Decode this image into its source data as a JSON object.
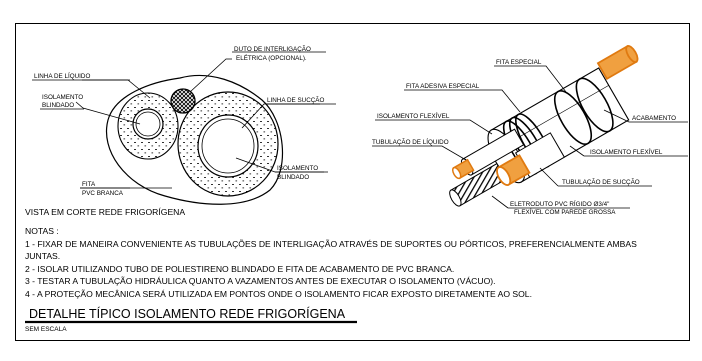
{
  "left_view": {
    "labels": {
      "duto": [
        "DUTO DE INTERLIGAÇÃO",
        "ELÉTRICA (OPCIONAL)."
      ],
      "linha_liquido": "LINHA DE LÍQUIDO",
      "isolamento_blindado_left": [
        "ISOLAMENTO",
        "BLINDADO"
      ],
      "linha_succao": "LINHA DE SUCÇÃO",
      "isolamento_blindado_right": [
        "ISOLAMENTO",
        "BLINDADO"
      ],
      "fita": [
        "FITA",
        "PVC BRANCA"
      ]
    },
    "caption": "VISTA EM CORTE REDE FRIGORÍGENA"
  },
  "right_view": {
    "labels": {
      "fita_especial": "FITA ESPECIAL",
      "fita_adesiva": "FITA ADESIVA ESPECIAL",
      "isolamento_flexivel_left": "ISOLAMENTO FLEXÍVEL",
      "tubulacao_liquido": "TUBULAÇÃO DE LÍQUIDO",
      "acabamento": "ACABAMENTO",
      "isolamento_flexivel_right": "ISOLAMENTO FLEXÍVEL",
      "tubulacao_succao": "TUBULAÇÃO DE SUCÇÃO",
      "eletroduto": [
        "ELETRODUTO PVC RÍGIDO Ø3/4\"",
        "FLEXÍVEL COM PAREDE GROSSA"
      ]
    }
  },
  "notes": {
    "heading": "NOTAS :",
    "items": [
      "1 - FIXAR DE MANEIRA CONVENIENTE AS TUBULAÇÕES DE INTERLIGAÇÃO ATRAVÉS DE SUPORTES OU PÓRTICOS, PREFERENCIALMENTE AMBAS",
      "JUNTAS.",
      "2 -  ISOLAR UTILIZANDO TUBO DE POLIESTIRENO BLINDADO E FITA DE ACABAMENTO DE PVC BRANCA.",
      "3 -  TESTAR A TUBULAÇÃO HIDRÁULICA QUANTO A VAZAMENTOS ANTES DE EXECUTAR O ISOLAMENTO (VÁCUO).",
      "4 - A PROTEÇÃO MECÂNICA SERÁ UTILIZADA EM PONTOS ONDE O ISOLAMENTO FICAR EXPOSTO DIRETAMENTE AO SOL."
    ]
  },
  "title_block": {
    "title": "DETALHE TÍPICO ISOLAMENTO REDE FRIGORÍGENA",
    "scale": "SEM ESCALA"
  },
  "colors": {
    "pipe_copper": "#f0a040",
    "pipe_copper_edge": "#e07a10",
    "line": "#000000"
  }
}
